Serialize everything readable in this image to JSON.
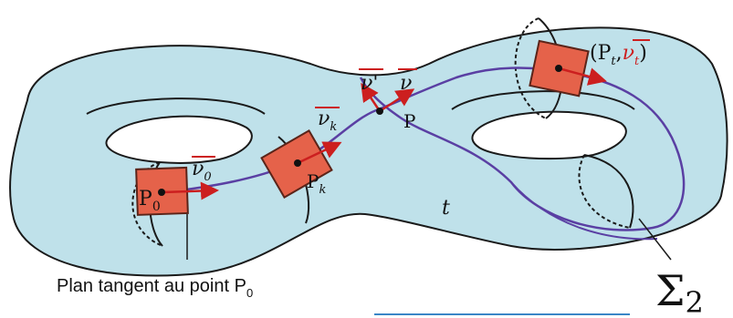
{
  "colors": {
    "surface_fill": "#bfe1ea",
    "surface_stroke": "#1a1a1a",
    "plane_fill": "#e5624a",
    "plane_stroke": "#5b2419",
    "curve": "#5a3fa3",
    "vector": "#cc1f1f",
    "point": "#111111"
  },
  "labels": {
    "p0_prefix": "P",
    "p0_sub": "0",
    "v0_letter": "ν",
    "v0_sub": "0",
    "vk_letter": "ν",
    "vk_sub": "k",
    "pk_prefix": "P",
    "pk_sub": "k",
    "vprime": "ν'",
    "v": "ν",
    "p": "P",
    "pt_open": "(P",
    "pt_sub": "t",
    "pt_comma": ",",
    "pt_v": "ν",
    "pt_vsub": "t",
    "pt_close": ")",
    "t": "t",
    "sigma": "Σ",
    "sigma_sub": "2",
    "caption_text": "Plan tangent au point P",
    "caption_sub": "0"
  }
}
